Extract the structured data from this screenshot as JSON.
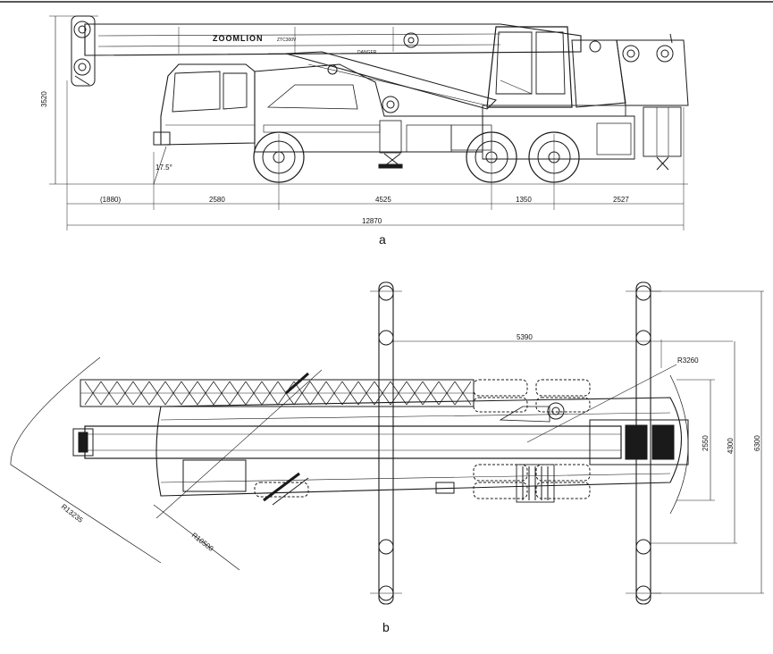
{
  "side_view": {
    "caption": "a",
    "brand": "ZOOMLION",
    "model": "ZTC300V",
    "warning": "DANGER",
    "height_dim": "3520",
    "angle_dim": "17.5°",
    "segment_dims": [
      "(1880)",
      "2580",
      "4525",
      "1350",
      "2527"
    ],
    "total_dim": "12870"
  },
  "top_view": {
    "caption": "b",
    "outrigger_span_dim": "5390",
    "radius_tail": "R3260",
    "radius_boom": "R13235",
    "radius_front": "R10500",
    "width_dims": [
      "2550",
      "4300",
      "6300"
    ]
  },
  "colors": {
    "line": "#1a1a1a",
    "paper": "#ffffff"
  }
}
